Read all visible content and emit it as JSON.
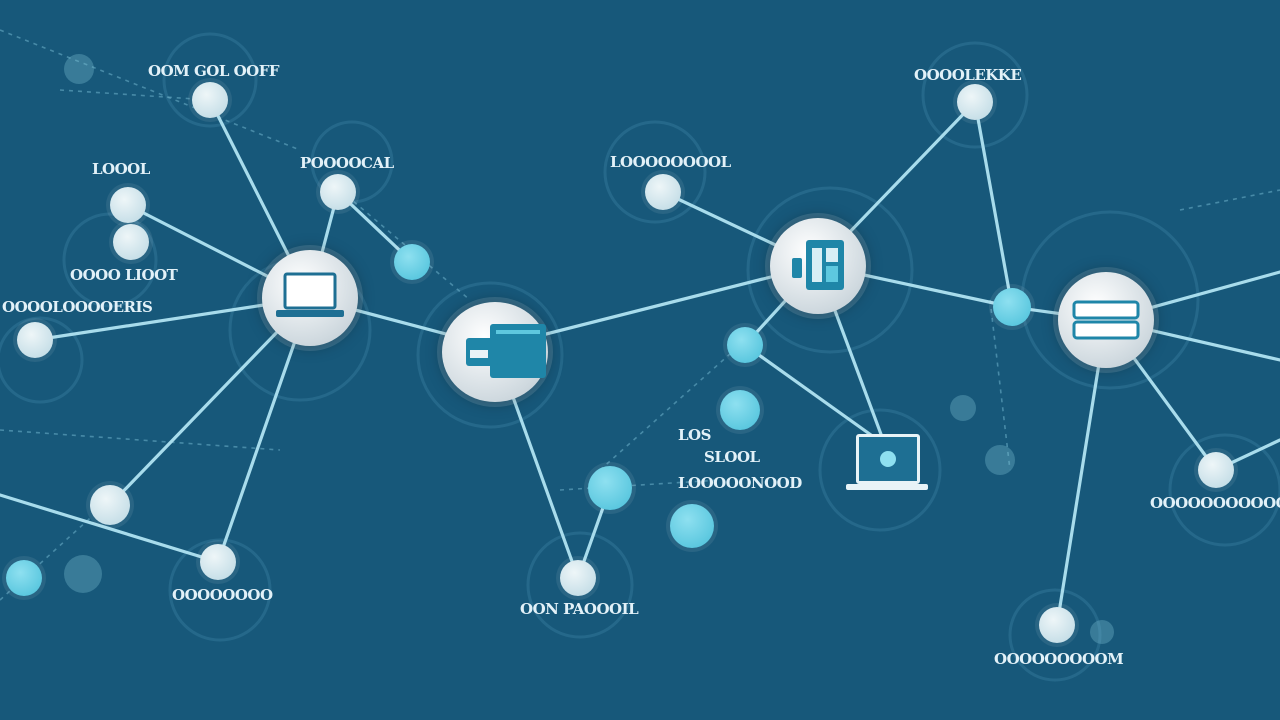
{
  "colors": {
    "background": "#17587a",
    "link": "#9fd9ea",
    "link_dashed": "#5c9fbb",
    "node_light": "#dbeef4",
    "node_cyan": "#5ccae0",
    "label_text": "#e2f1f8"
  },
  "labels": {
    "top_left": "OOM GOL OOFF",
    "left_upper": "LOOOL",
    "upper_mid_left": "POOOOCAL",
    "left_mid": "OOOO LIOOT",
    "left_lower": "OOOOLOOOOERIS",
    "bottom_left": "OOOOOOOO",
    "upper_center": "LOOOOOOOOL",
    "bottom_center": "OON PAOOOIL",
    "top_right": "OOOOLEKKE",
    "center_text_1": "LOS",
    "center_text_2": "SLOOL",
    "center_text_3": "LOOOOONOOD",
    "right_mid": "OOOOOOOOOOO",
    "bottom_right": "OOOOOOOOOM"
  },
  "icons": {
    "hub_1": "laptop-icon",
    "hub_2": "server-card-icon",
    "hub_3": "dashboard-panel-icon",
    "hub_4": "storage-icon",
    "device_center": "laptop-screen-icon"
  }
}
